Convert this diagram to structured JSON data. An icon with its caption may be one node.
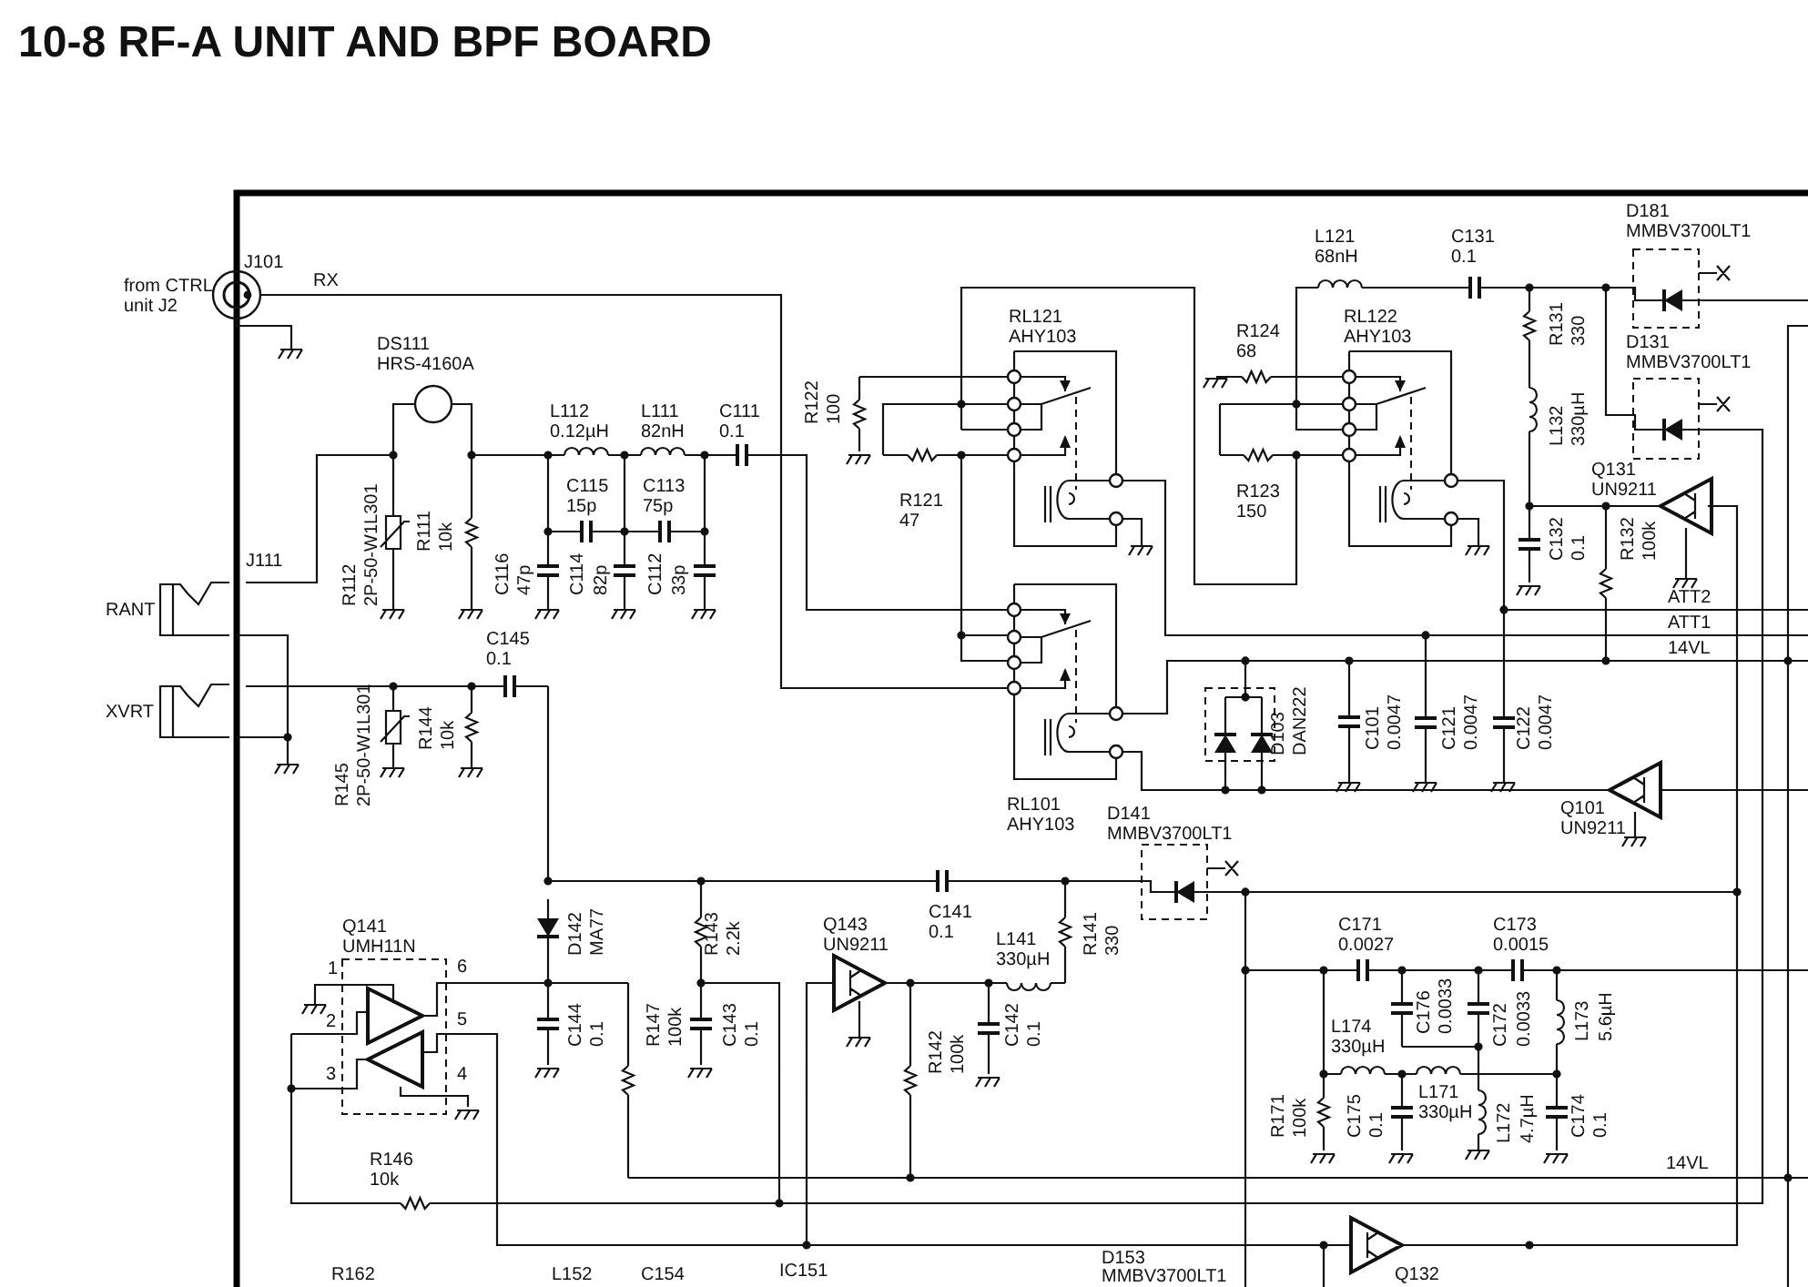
{
  "diagram": {
    "title": "10-8 RF-A UNIT AND BPF BOARD",
    "labels": [
      "J101",
      "from CTRL",
      "unit J2",
      "RX",
      "DS111",
      "HRS-4160A",
      "L112",
      "0.12µH",
      "L111",
      "82nH",
      "C111",
      "0.1",
      "R122",
      "100",
      "RL121",
      "AHY103",
      "L121",
      "68nH",
      "C131",
      "0.1",
      "D181",
      "MMBV3700LT1",
      "R124",
      "68",
      "RL122",
      "AHY103",
      "R131",
      "330",
      "D131",
      "MMBV3700LT1",
      "C115",
      "15p",
      "C113",
      "75p",
      "R121",
      "47",
      "R123",
      "150",
      "L132",
      "330µH",
      "Q131",
      "UN9211",
      "R111",
      "10k",
      "J111",
      "C116",
      "47p",
      "C114",
      "82p",
      "C112",
      "33p",
      "R112",
      "2P-50-W1L301",
      "C132",
      "0.1",
      "R132",
      "100k",
      "ATT2",
      "RANT",
      "ATT1",
      "C145",
      "0.1",
      "14VL",
      "XVRT",
      "R145",
      "2P-50-W1L301",
      "R144",
      "10k",
      "D103",
      "DAN222",
      "C101",
      "0.0047",
      "C121",
      "0.0047",
      "C122",
      "0.0047",
      "RL101",
      "AHY103",
      "Q101",
      "UN9211",
      "D141",
      "MMBV3700LT1",
      "Q143",
      "UN9211",
      "C141",
      "0.1",
      "L141",
      "330µH",
      "R141",
      "330",
      "Q141",
      "UMH11N",
      "D142",
      "MA77",
      "R143",
      "2.2k",
      "C171",
      "0.0027",
      "C173",
      "0.0015",
      "1",
      "6",
      "2",
      "5",
      "3",
      "4",
      "C144",
      "0.1",
      "R147",
      "100k",
      "C143",
      "0.1",
      "C142",
      "0.1",
      "R142",
      "100k",
      "C176",
      "0.0033",
      "C172",
      "0.0033",
      "L173",
      "5.6µH",
      "L174",
      "330µH",
      "L171",
      "330µH",
      "R171",
      "100k",
      "C175",
      "0.1",
      "L172",
      "4.7µH",
      "C174",
      "0.1",
      "R146",
      "10k",
      "14VL",
      "R162",
      "L152",
      "C154",
      "IC151",
      "D153",
      "MMBV3700LT1",
      "Q132"
    ]
  }
}
